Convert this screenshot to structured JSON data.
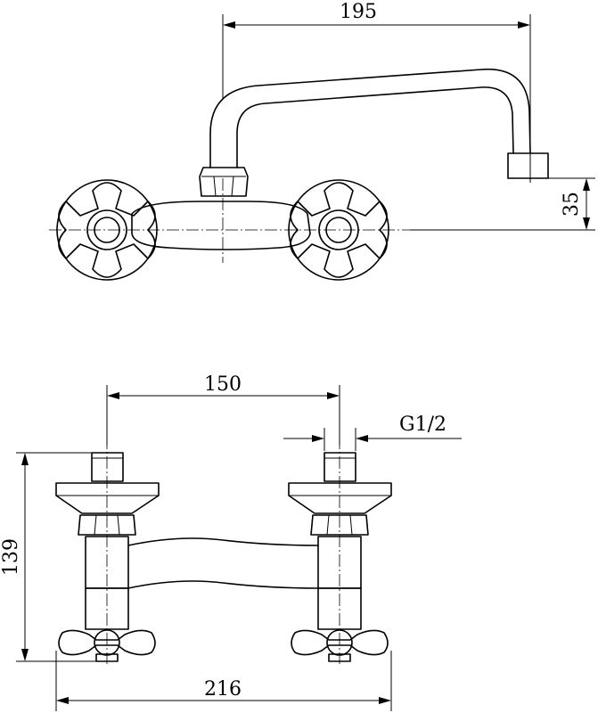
{
  "dimensions": {
    "spout_reach": "195",
    "spout_height": "35",
    "inlet_spacing": "150",
    "thread_size": "G1/2",
    "total_height": "139",
    "total_width": "216"
  }
}
